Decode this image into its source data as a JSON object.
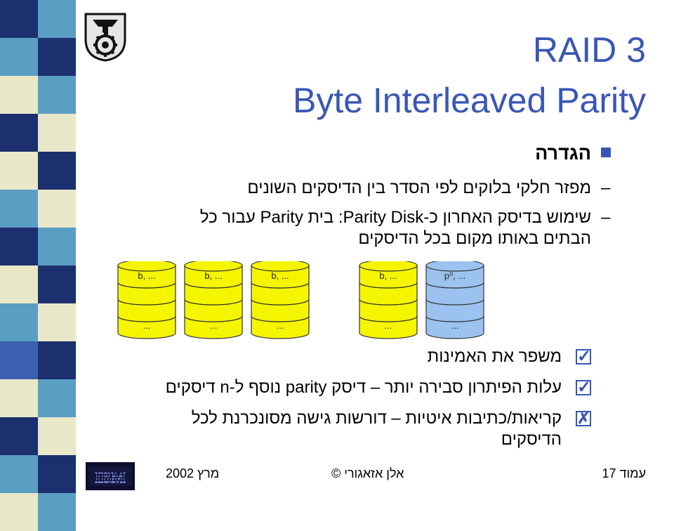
{
  "slide": {
    "title_line1": "RAID 3",
    "title_line2": "Byte Interleaved Parity",
    "heading": "הגדרה",
    "sub_items": [
      "מפזר חלקי בלוקים לפי הסדר בין הדיסקים השונים",
      "שימוש בדיסק האחרון כ-Parity Disk: בית Parity עבור כל",
      "הבתים באותו מקום בכל הדיסקים"
    ],
    "disks": [
      {
        "top_label": "b, ...",
        "bottom_label": "...",
        "kind": "data"
      },
      {
        "top_label": "b, ...",
        "bottom_label": "...",
        "kind": "data"
      },
      {
        "top_label": "b, ...",
        "bottom_label": "...",
        "kind": "data"
      },
      {
        "top_label": "b, ...",
        "bottom_label": "...",
        "kind": "data"
      },
      {
        "top_label": "p⁰, ...",
        "bottom_label": "...",
        "kind": "parity"
      }
    ],
    "points": [
      {
        "mark": "check",
        "text": "משפר את האמינות"
      },
      {
        "mark": "check",
        "text": "עלות הפיתרון סבירה יותר – דיסק parity נוסף ל-n דיסקים"
      },
      {
        "mark": "cross",
        "text": "קריאות/כתיבות איטיות – דורשות גישה מסונכרנת לכל",
        "text2": "הדיסקים"
      }
    ]
  },
  "footer": {
    "ibm_logo_text": "IBM",
    "date": "מרץ 2002",
    "author": "אלן אזאגורי ©",
    "page": "עמוד 17"
  },
  "colors": {
    "title": "#3a56b5",
    "data_disk": "#f5f500",
    "parity_disk": "#9cc3f0",
    "stripe_navy": "#1c2f6e",
    "stripe_teal": "#5a9ec3",
    "stripe_cream": "#e8e8c8",
    "stripe_blue": "#3d5fb0"
  }
}
